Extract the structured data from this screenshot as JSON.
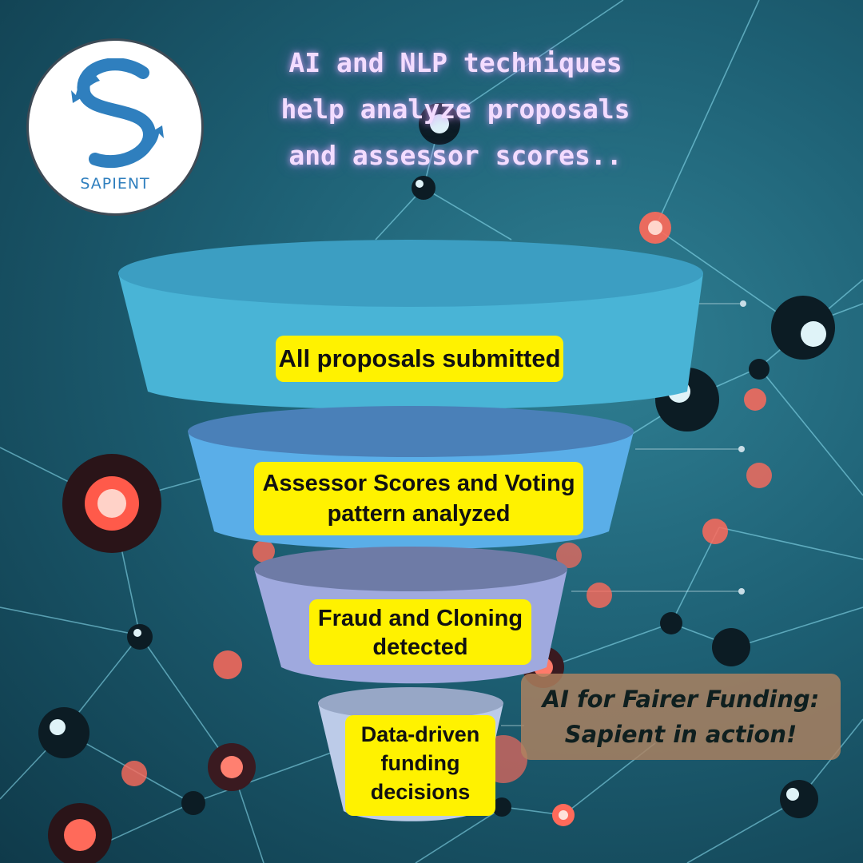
{
  "headline": {
    "line1": "AI and NLP techniques",
    "line2": "help analyze proposals",
    "line3": "and assessor scores.."
  },
  "logo": {
    "text": "SAPIENT",
    "icon": "twin-fish-s-icon"
  },
  "funnel": {
    "stage1": {
      "line1": "All proposals submitted"
    },
    "stage2": {
      "line1": "Assessor Scores and Voting",
      "line2": "pattern analyzed"
    },
    "stage3": {
      "line1": "Fraud and Cloning",
      "line2": "detected"
    },
    "stage4": {
      "line1": "Data-driven",
      "line2": "funding",
      "line3": "decisions"
    }
  },
  "tagline": {
    "line1": "AI for Fairer Funding:",
    "line2": "Sapient in action!"
  },
  "colors": {
    "label_bg": "#fff200",
    "headline_glow": "#f3dcff",
    "funnel_tier1": "#49b4d6",
    "funnel_tier2": "#5aaee8",
    "funnel_tier3": "#9fa9de",
    "funnel_tier4": "#bccbe8",
    "brand_blue": "#2f7fbe"
  }
}
